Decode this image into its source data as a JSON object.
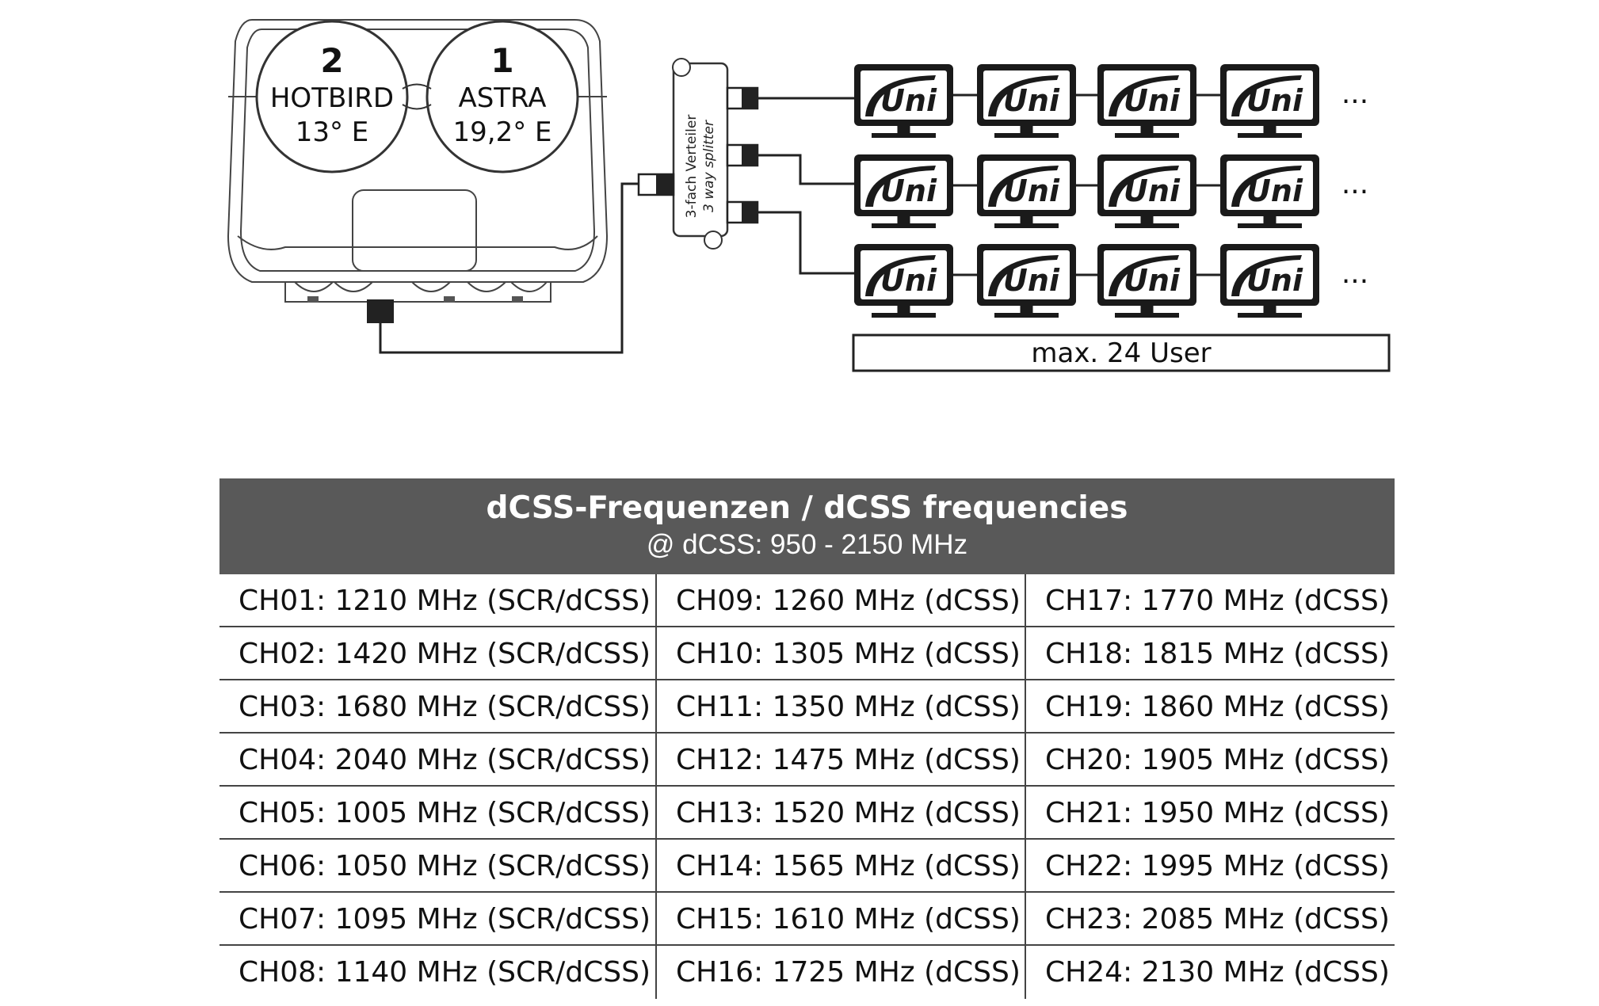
{
  "lnb": {
    "sat_left": {
      "number": "2",
      "name": "HOTBIRD",
      "position": "13° E"
    },
    "sat_right": {
      "number": "1",
      "name": "ASTRA",
      "position": "19,2° E"
    }
  },
  "splitter": {
    "label_de": "3-fach Verteiler",
    "label_en": "3 way splitter"
  },
  "tv": {
    "logo_text": "Uni",
    "rows": 3,
    "per_row": 4,
    "more": "..."
  },
  "max_users_label": "max. 24 User",
  "table": {
    "title": "dCSS-Frequenzen / dCSS frequencies",
    "subtitle": "@ dCSS: 950 - 2150 MHz",
    "rows": [
      [
        "CH01: 1210 MHz (SCR/dCSS)",
        "CH09: 1260 MHz (dCSS)",
        "CH17: 1770 MHz (dCSS)"
      ],
      [
        "CH02: 1420 MHz (SCR/dCSS)",
        "CH10: 1305 MHz (dCSS)",
        "CH18: 1815 MHz (dCSS)"
      ],
      [
        "CH03: 1680 MHz (SCR/dCSS)",
        "CH11: 1350 MHz (dCSS)",
        "CH19: 1860 MHz (dCSS)"
      ],
      [
        "CH04: 2040 MHz (SCR/dCSS)",
        "CH12: 1475 MHz (dCSS)",
        "CH20: 1905 MHz (dCSS)"
      ],
      [
        "CH05: 1005 MHz (SCR/dCSS)",
        "CH13: 1520 MHz (dCSS)",
        "CH21: 1950 MHz (dCSS)"
      ],
      [
        "CH06: 1050 MHz (SCR/dCSS)",
        "CH14: 1565 MHz (dCSS)",
        "CH22: 1995 MHz (dCSS)"
      ],
      [
        "CH07: 1095 MHz (SCR/dCSS)",
        "CH15: 1610 MHz (dCSS)",
        "CH23: 2085 MHz (dCSS)"
      ],
      [
        "CH08: 1140 MHz (SCR/dCSS)",
        "CH16: 1725 MHz (dCSS)",
        "CH24: 2130 MHz (dCSS)"
      ]
    ]
  }
}
